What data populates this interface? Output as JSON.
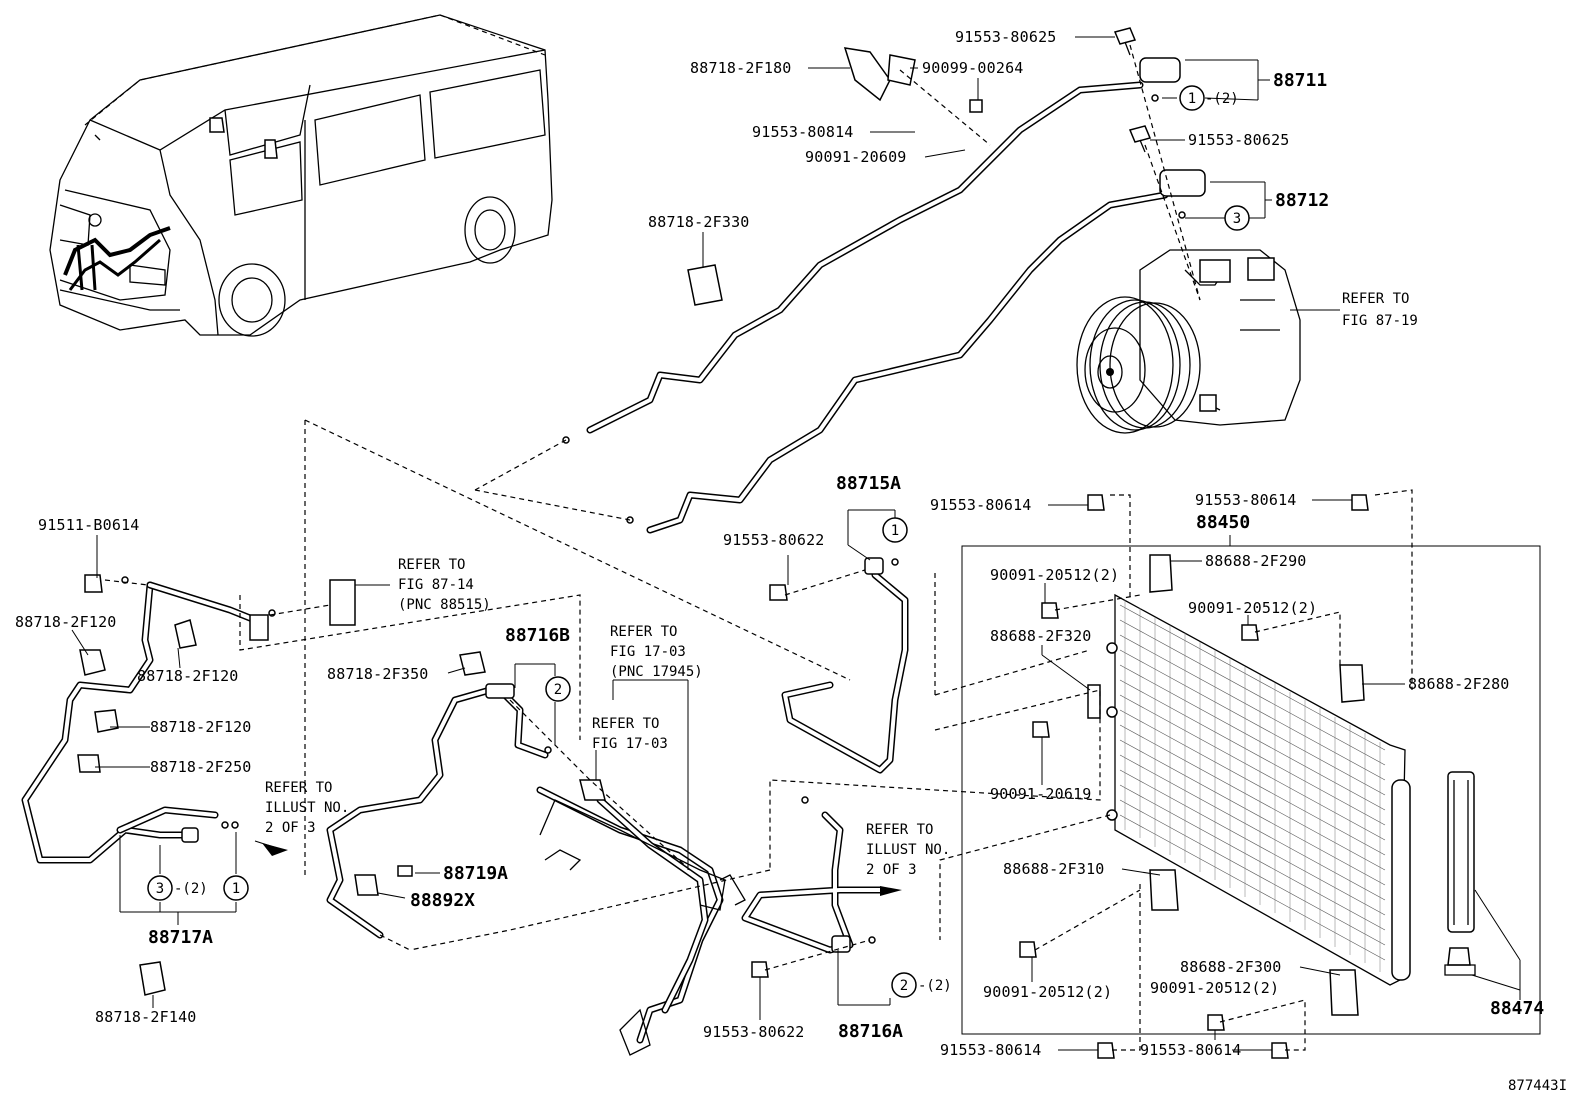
{
  "labels": {
    "p91553_80625_a": "91553-80625",
    "p88718_2F180": "88718-2F180",
    "p90099_00264": "90099-00264",
    "p88711": "88711",
    "p88711_qty": "-(2)",
    "p91553_80814": "91553-80814",
    "p91553_80625_b": "91553-80625",
    "p90091_20609": "90091-20609",
    "p88712": "88712",
    "p88718_2F330": "88718-2F330",
    "p88715A": "88715A",
    "p91553_80614_a": "91553-80614",
    "p91553_80614_b": "91553-80614",
    "p88450": "88450",
    "p91511_B0614": "91511-B0614",
    "p91553_80622_a": "91553-80622",
    "p90091_20512_a": "90091-20512(2)",
    "p88688_2F290": "88688-2F290",
    "p90091_20512_b": "90091-20512(2)",
    "p88718_2F120_a": "88718-2F120",
    "p88716B": "88716B",
    "p88718_2F350": "88718-2F350",
    "p88688_2F320": "88688-2F320",
    "p88688_2F280": "88688-2F280",
    "p88718_2F120_b": "88718-2F120",
    "p88718_2F120_c": "88718-2F120",
    "p88718_2F250": "88718-2F250",
    "p90091_20619": "90091-20619",
    "p88719A": "88719A",
    "p88892X": "88892X",
    "p88688_2F310": "88688-2F310",
    "p88717A": "88717A",
    "p88717A_qty": "-(2)",
    "p90091_20512_c": "90091-20512(2)",
    "p88688_2F300": "88688-2F300",
    "p90091_20512_d": "90091-20512(2)",
    "p88718_2F140": "88718-2F140",
    "p91553_80622_b": "91553-80622",
    "p88716A": "88716A",
    "p88716A_qty": "-(2)",
    "p88474": "88474",
    "p91553_80614_c": "91553-80614",
    "p91553_80614_d": "91553-80614",
    "fig_number": "877443I"
  },
  "callouts": {
    "c1": "1",
    "c2": "2",
    "c3": "3"
  },
  "refers": {
    "r1": [
      "REFER TO",
      "FIG 87-19"
    ],
    "r2": [
      "REFER TO",
      "FIG 87-14",
      "(PNC 88515)"
    ],
    "r3": [
      "REFER TO",
      "FIG 17-03",
      "(PNC 17945)"
    ],
    "r4": [
      "REFER TO",
      "FIG 17-03"
    ],
    "r5": [
      "REFER TO",
      "ILLUST NO.",
      "2 OF 3"
    ],
    "r6": [
      "REFER TO",
      "ILLUST NO.",
      "2 OF 3"
    ]
  }
}
